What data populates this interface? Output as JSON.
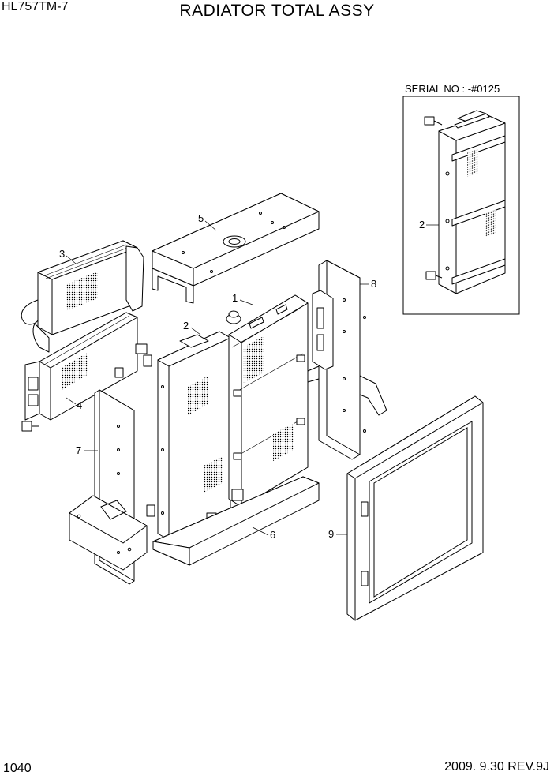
{
  "header": {
    "model": "HL757TM-7",
    "title": "RADIATOR TOTAL ASSY"
  },
  "inset": {
    "serial_text": "SERIAL NO : -#0125",
    "part_label": "2"
  },
  "callouts": [
    "1",
    "2",
    "3",
    "4",
    "5",
    "6",
    "7",
    "8",
    "9"
  ],
  "footer": {
    "page_number": "1040",
    "revision": "2009. 9.30  REV.9J"
  }
}
